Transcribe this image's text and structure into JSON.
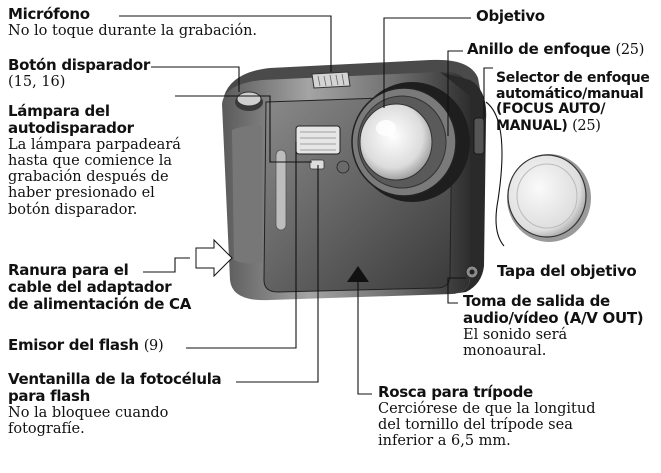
{
  "labels": {
    "microfono": {
      "title": "Micrófono",
      "desc": "No lo toque durante la grabación."
    },
    "boton_disparador": {
      "title": "Botón disparador",
      "ref": "(15, 16)"
    },
    "lampara": {
      "title_line1": "Lámpara del",
      "title_line2": "autodisparador",
      "desc_lines": [
        "La lámpara parpadeará",
        "hasta que comience la",
        "grabación después de",
        "haber presionado el",
        "botón disparador."
      ]
    },
    "ranura": {
      "lines": [
        "Ranura para el",
        "cable del adaptador",
        "de alimentación de CA"
      ]
    },
    "emisor_flash": {
      "title": "Emisor del flash",
      "ref": "(9)"
    },
    "ventanilla": {
      "title_line1": "Ventanilla de la fotocélula",
      "title_line2": "para flash",
      "desc_lines": [
        "No la bloquee cuando",
        "fotografíe."
      ]
    },
    "objetivo": {
      "title": "Objetivo"
    },
    "anillo": {
      "title": "Anillo de enfoque",
      "ref": "(25)"
    },
    "selector": {
      "lines": [
        "Selector de enfoque",
        "automático/manual",
        "(FOCUS AUTO/"
      ],
      "last": "MANUAL)",
      "ref": "(25)"
    },
    "tapa": {
      "title": "Tapa del objetivo"
    },
    "toma": {
      "title_line1": "Toma de salida de",
      "title_line2": "audio/vídeo (A/V OUT)",
      "desc_lines": [
        "El sonido será",
        "monoaural."
      ]
    },
    "rosca": {
      "title": "Rosca para trípode",
      "desc_lines": [
        "Cerciórese de que la longitud",
        "del tornillo del trípode sea",
        "inferior a 6,5 mm."
      ]
    }
  }
}
